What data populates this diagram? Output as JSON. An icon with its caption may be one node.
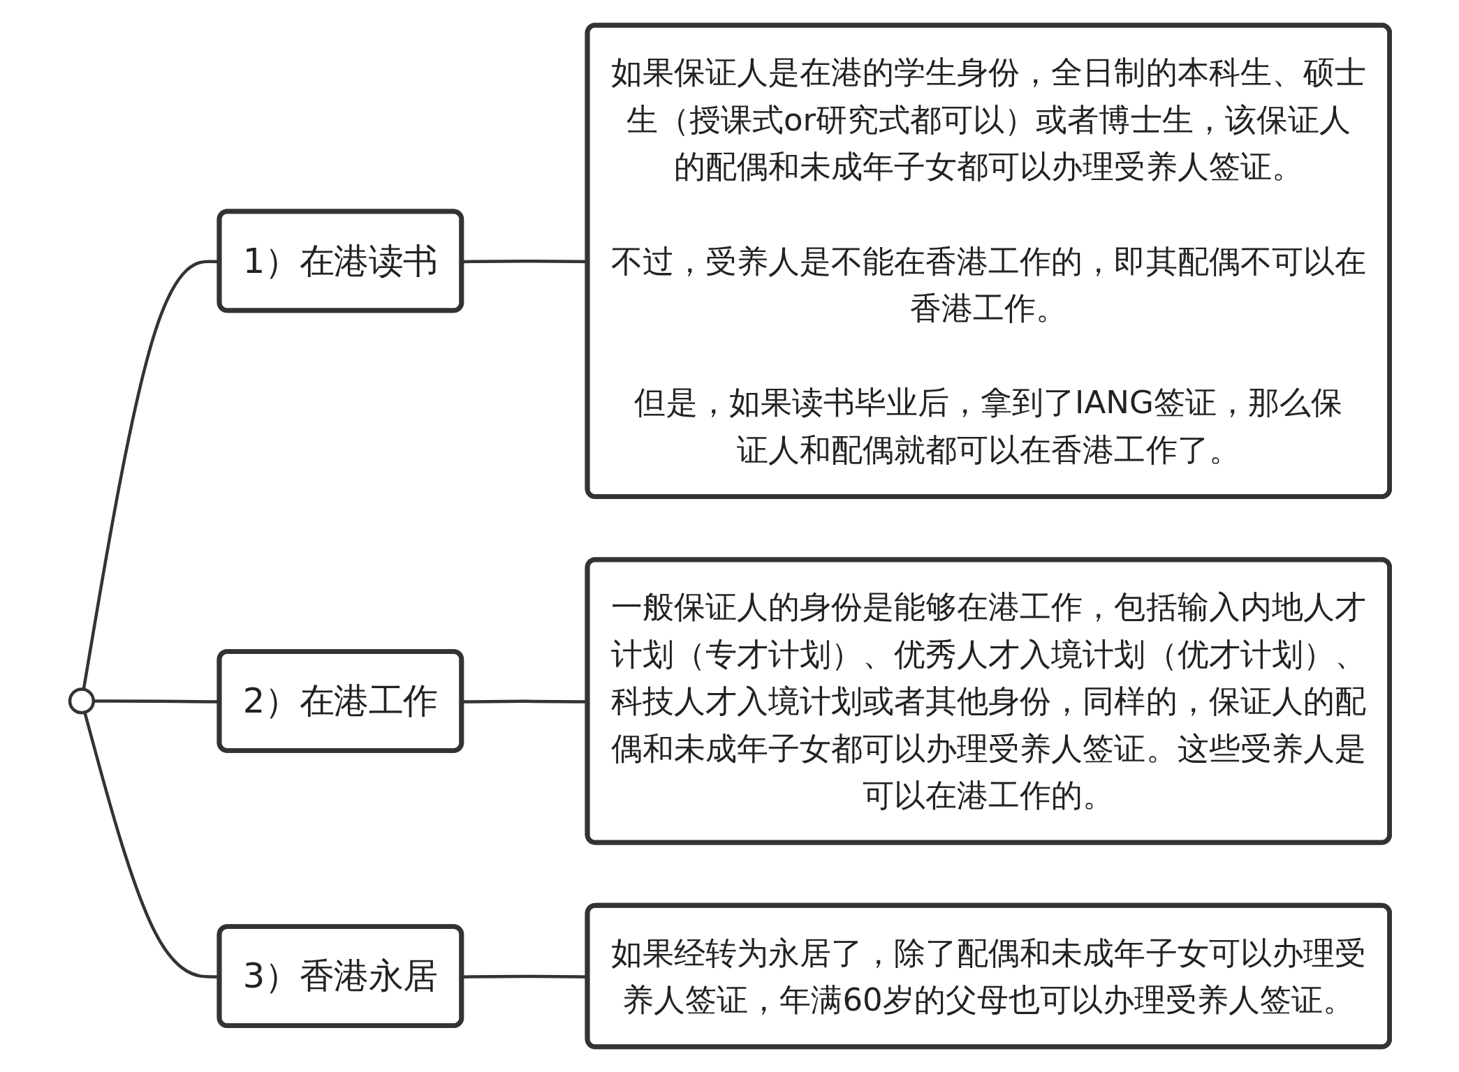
{
  "diagram": {
    "nodes": [
      {
        "text": [],
        "shape": "circle"
      },
      {
        "text": [
          "1）在港读书"
        ]
      },
      {
        "text": [
          "如果保证人是在港的学生身份，全日制的本科生、硕士生（授课式or研究式都可以）或者博士生，该保证人的配偶和未成年子女都可以办理受养人签证。",
          "不过，受养人是不能在香港工作的，即其配偶不可以在香港工作。",
          "但是，如果读书毕业后，拿到了IANG签证，那么保证人和配偶就都可以在香港工作了。"
        ]
      },
      {
        "text": [
          "2）在港工作"
        ]
      },
      {
        "text": [
          "一般保证人的身份是能够在港工作，包括输入内地人才计划（专才计划）、优秀人才入境计划（优才计划）、科技人才入境计划或者其他身份，同样的，保证人的配偶和未成年子女都可以办理受养人签证。这些受养人是可以在港工作的。"
        ]
      },
      {
        "text": [
          "3）香港永居"
        ]
      },
      {
        "text": [
          "如果经转为永居了，除了配偶和未成年子女可以办理受养人签证，年满60岁的父母也可以办理受养人签证。"
        ]
      }
    ],
    "edges": [
      {
        "from": 0,
        "to": 1,
        "arrow": "none"
      },
      {
        "from": 1,
        "to": 2,
        "arrow": "none"
      },
      {
        "from": 0,
        "to": 3,
        "arrow": "none"
      },
      {
        "from": 3,
        "to": 4,
        "arrow": "none"
      },
      {
        "from": 0,
        "to": 5,
        "arrow": "none"
      },
      {
        "from": 5,
        "to": 6,
        "arrow": "none"
      }
    ]
  }
}
